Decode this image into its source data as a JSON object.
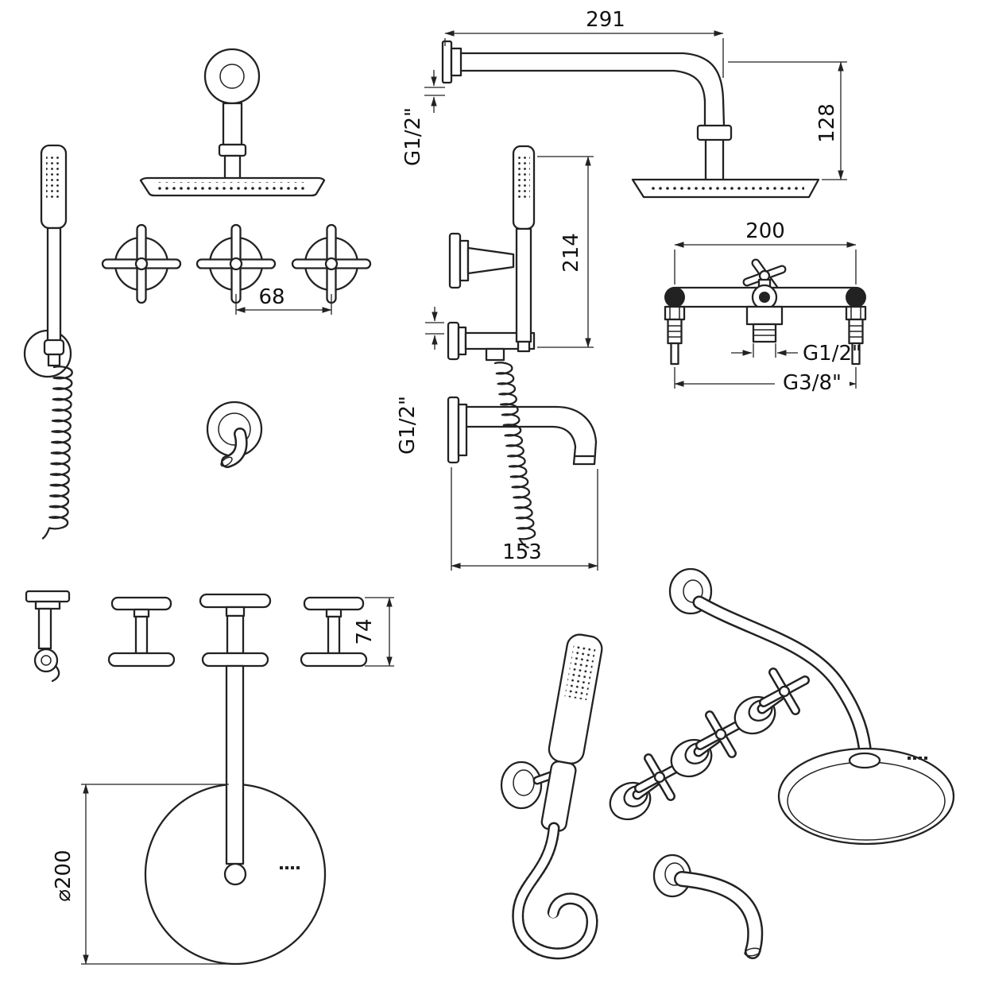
{
  "drawing": {
    "type": "technical-dimension-drawing",
    "subject": "shower set: overhead shower, hand shower, bath spout, cross handles and concealed valve",
    "line_color": "#222222",
    "background": "#ffffff"
  },
  "dims": {
    "arm_length": "291",
    "arm_drop": "128",
    "arm_thread": "G1/2\"",
    "valve_spacing": "200",
    "valve_outlet_thread": "G1/2\"",
    "valve_supply_thread": "G3/8\"",
    "handshower_height": "214",
    "spout_thread": "G1/2\"",
    "spout_reach": "153",
    "handle_gap": "68",
    "handle_height": "74",
    "head_diameter": "⌀200"
  }
}
